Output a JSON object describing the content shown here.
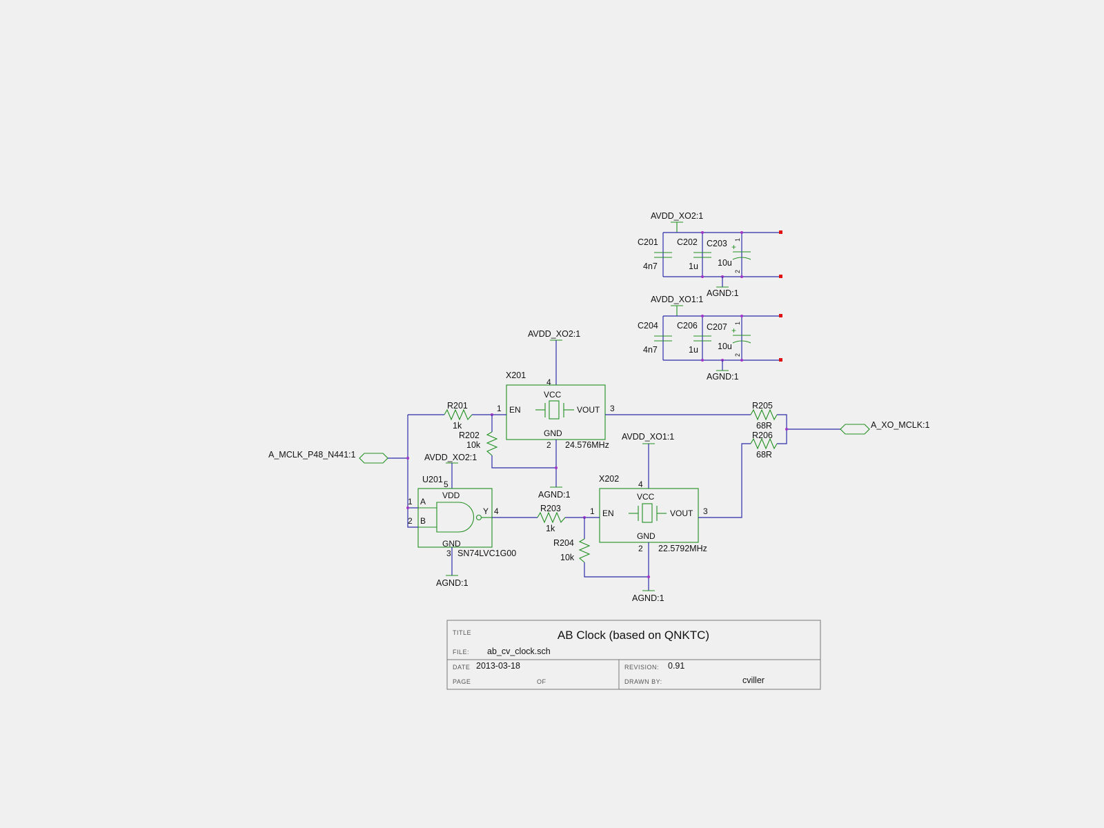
{
  "nets": {
    "avdd_xo2": "AVDD_XO2:1",
    "avdd_xo1": "AVDD_XO1:1",
    "agnd": "AGND:1",
    "mclk_in": "A_MCLK_P48_N441:1",
    "xo_mclk_out": "A_XO_MCLK:1"
  },
  "components": {
    "c201": {
      "ref": "C201",
      "value": "4n7"
    },
    "c202": {
      "ref": "C202",
      "value": "1u"
    },
    "c203": {
      "ref": "C203",
      "value": "10u"
    },
    "c204": {
      "ref": "C204",
      "value": "4n7"
    },
    "c206": {
      "ref": "C206",
      "value": "1u"
    },
    "c207": {
      "ref": "C207",
      "value": "10u"
    },
    "r201": {
      "ref": "R201",
      "value": "1k"
    },
    "r202": {
      "ref": "R202",
      "value": "10k"
    },
    "r203": {
      "ref": "R203",
      "value": "1k"
    },
    "r204": {
      "ref": "R204",
      "value": "10k"
    },
    "r205": {
      "ref": "R205",
      "value": "68R"
    },
    "r206": {
      "ref": "R206",
      "value": "68R"
    },
    "x201": {
      "ref": "X201",
      "freq": "24.576MHz"
    },
    "x202": {
      "ref": "X202",
      "freq": "22.5792MHz"
    },
    "u201": {
      "ref": "U201",
      "part": "SN74LVC1G00"
    }
  },
  "pins": {
    "vcc": "VCC",
    "gnd": "GND",
    "en": "EN",
    "vout": "VOUT",
    "vdd": "VDD",
    "a": "A",
    "b": "B",
    "y": "Y",
    "p1": "1",
    "p2": "2",
    "p3": "3",
    "p4": "4",
    "p5": "5",
    "plus": "+"
  },
  "title_block": {
    "title_caption": "TITLE",
    "title": "AB Clock (based on QNKTC)",
    "file_caption": "FILE:",
    "file": "ab_cv_clock.sch",
    "date_caption": "DATE",
    "date": "2013-03-18",
    "revision_caption": "REVISION:",
    "revision": "0.91",
    "page_caption": "PAGE",
    "of_caption": "OF",
    "drawn_by_caption": "DRAWN BY:",
    "drawn_by": "cviller"
  },
  "colors": {
    "background": "#f0f0f0",
    "wire": "#2b2ba8",
    "component": "#1f8f1f",
    "junction": "#a033c8",
    "terminal": "#e01010"
  }
}
